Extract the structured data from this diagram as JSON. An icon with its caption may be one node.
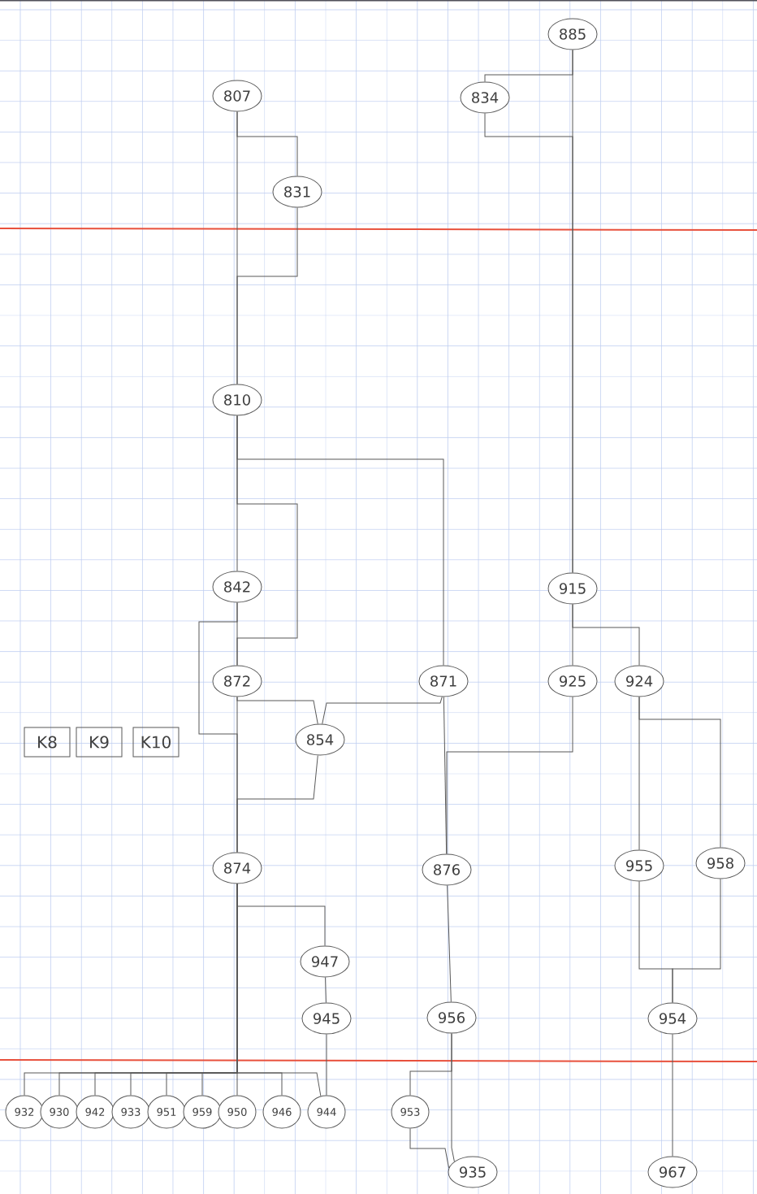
{
  "diagram": {
    "nodes": [
      {
        "text": [
          "885"
        ]
      },
      {
        "text": [
          "807"
        ]
      },
      {
        "text": [
          "834"
        ]
      },
      {
        "text": [
          "831"
        ]
      },
      {
        "text": [
          "810"
        ]
      },
      {
        "text": [
          "842"
        ]
      },
      {
        "text": [
          "915"
        ]
      },
      {
        "text": [
          "872"
        ]
      },
      {
        "text": [
          "871"
        ]
      },
      {
        "text": [
          "925"
        ]
      },
      {
        "text": [
          "924"
        ]
      },
      {
        "text": [
          "K8"
        ]
      },
      {
        "text": [
          "K9"
        ]
      },
      {
        "text": [
          "K10"
        ]
      },
      {
        "text": [
          "854"
        ]
      },
      {
        "text": [
          "874"
        ]
      },
      {
        "text": [
          "876"
        ]
      },
      {
        "text": [
          "955"
        ]
      },
      {
        "text": [
          "958"
        ]
      },
      {
        "text": [
          "947"
        ]
      },
      {
        "text": [
          "945"
        ]
      },
      {
        "text": [
          "956"
        ]
      },
      {
        "text": [
          "954"
        ]
      },
      {
        "text": [
          "932"
        ]
      },
      {
        "text": [
          "930"
        ]
      },
      {
        "text": [
          "942"
        ]
      },
      {
        "text": [
          "933"
        ]
      },
      {
        "text": [
          "951"
        ]
      },
      {
        "text": [
          "959"
        ]
      },
      {
        "text": [
          "950"
        ]
      },
      {
        "text": [
          "946"
        ]
      },
      {
        "text": [
          "944"
        ]
      },
      {
        "text": [
          "953"
        ]
      },
      {
        "text": [
          "935"
        ]
      },
      {
        "text": [
          "967"
        ]
      }
    ],
    "edges": [
      {
        "from": 1,
        "to": 3,
        "arrow": "none"
      },
      {
        "from": 3,
        "to": 4,
        "arrow": "none"
      },
      {
        "from": 1,
        "to": 4,
        "arrow": "none"
      },
      {
        "from": 0,
        "to": 2,
        "arrow": "none"
      },
      {
        "from": 2,
        "to": 6,
        "arrow": "none"
      },
      {
        "from": 0,
        "to": 6,
        "arrow": "none"
      },
      {
        "from": 4,
        "to": 5,
        "arrow": "none"
      },
      {
        "from": 4,
        "to": 8,
        "arrow": "none"
      },
      {
        "from": 4,
        "to": 7,
        "arrow": "none"
      },
      {
        "from": 5,
        "to": 7,
        "arrow": "none"
      },
      {
        "from": 5,
        "to": 15,
        "arrow": "none"
      },
      {
        "from": 7,
        "to": 15,
        "arrow": "none"
      },
      {
        "from": 7,
        "to": 14,
        "arrow": "none"
      },
      {
        "from": 14,
        "to": 15,
        "arrow": "none"
      },
      {
        "from": 8,
        "to": 14,
        "arrow": "none"
      },
      {
        "from": 8,
        "to": 16,
        "arrow": "none"
      },
      {
        "from": 9,
        "to": 16,
        "arrow": "none"
      },
      {
        "from": 6,
        "to": 9,
        "arrow": "none"
      },
      {
        "from": 6,
        "to": 10,
        "arrow": "none"
      },
      {
        "from": 10,
        "to": 17,
        "arrow": "none"
      },
      {
        "from": 10,
        "to": 18,
        "arrow": "none"
      },
      {
        "from": 17,
        "to": 22,
        "arrow": "none"
      },
      {
        "from": 18,
        "to": 22,
        "arrow": "none"
      },
      {
        "from": 22,
        "to": 34,
        "arrow": "none"
      },
      {
        "from": 15,
        "to": 19,
        "arrow": "none"
      },
      {
        "from": 19,
        "to": 20,
        "arrow": "none"
      },
      {
        "from": 20,
        "to": 31,
        "arrow": "none"
      },
      {
        "from": 15,
        "to": 23,
        "arrow": "none"
      },
      {
        "from": 15,
        "to": 24,
        "arrow": "none"
      },
      {
        "from": 15,
        "to": 25,
        "arrow": "none"
      },
      {
        "from": 15,
        "to": 26,
        "arrow": "none"
      },
      {
        "from": 15,
        "to": 27,
        "arrow": "none"
      },
      {
        "from": 15,
        "to": 28,
        "arrow": "none"
      },
      {
        "from": 15,
        "to": 29,
        "arrow": "none"
      },
      {
        "from": 15,
        "to": 30,
        "arrow": "none"
      },
      {
        "from": 15,
        "to": 31,
        "arrow": "none"
      },
      {
        "from": 16,
        "to": 21,
        "arrow": "none"
      },
      {
        "from": 21,
        "to": 33,
        "arrow": "none"
      },
      {
        "from": 21,
        "to": 32,
        "arrow": "none"
      },
      {
        "from": 32,
        "to": 33,
        "arrow": "none"
      }
    ]
  }
}
